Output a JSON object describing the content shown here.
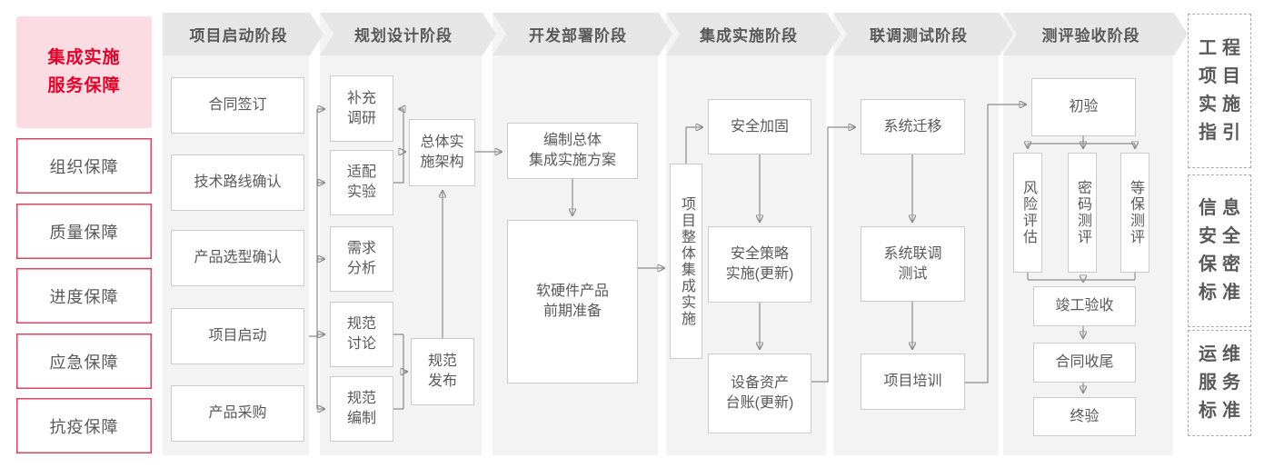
{
  "colors": {
    "accent_red": "#e60027",
    "sidebar_border_red": "#d5465f",
    "sidebar_title_bg": "#fbdce2",
    "column_band": "#f3f3f3",
    "phase_header_bg": "#e6e6e6",
    "node_border": "#cbcbcb",
    "text_gray": "#595959",
    "connector_gray": "#8c8c8c"
  },
  "sidebar": {
    "title": "集成实施\n服务保障",
    "items": [
      "组织保障",
      "质量保障",
      "进度保障",
      "应急保障",
      "抗疫保障"
    ]
  },
  "phases": [
    {
      "label": "项目启动阶段"
    },
    {
      "label": "规划设计阶段"
    },
    {
      "label": "开发部署阶段"
    },
    {
      "label": "集成实施阶段"
    },
    {
      "label": "联调测试阶段"
    },
    {
      "label": "测评验收阶段"
    }
  ],
  "flow": {
    "startup": [
      "合同签订",
      "技术路线确认",
      "产品选型确认",
      "项目启动",
      "产品采购"
    ],
    "planning": {
      "items": [
        "补充\n调研",
        "适配\n实验",
        "需求\n分析",
        "规范\n讨论",
        "规范\n编制"
      ],
      "architecture": "总体实\n施架构",
      "publish": "规范\n发布"
    },
    "development": {
      "plan": "编制总体\n集成实施方案",
      "prepare": "软硬件产品\n前期准备"
    },
    "integration": {
      "overall": "项目整体集成实施",
      "hardening": "安全加固",
      "policy": "安全策略\n实施(更新)",
      "ledger": "设备资产\n台账(更新)"
    },
    "testing": {
      "migration": "系统迁移",
      "joint_test": "系统联调\n测试",
      "training": "项目培训"
    },
    "acceptance": {
      "initial": "初验",
      "risk": "风险评估",
      "crypto": "密码测评",
      "mlps": "等保测评",
      "completion": "竣工验收",
      "closeout": "合同收尾",
      "final": "终验"
    }
  },
  "standards": [
    {
      "text": "工程\n项目\n实施\n指引"
    },
    {
      "text": "信息\n安全\n保密\n标准"
    },
    {
      "text": "运维\n服务\n标准"
    }
  ]
}
